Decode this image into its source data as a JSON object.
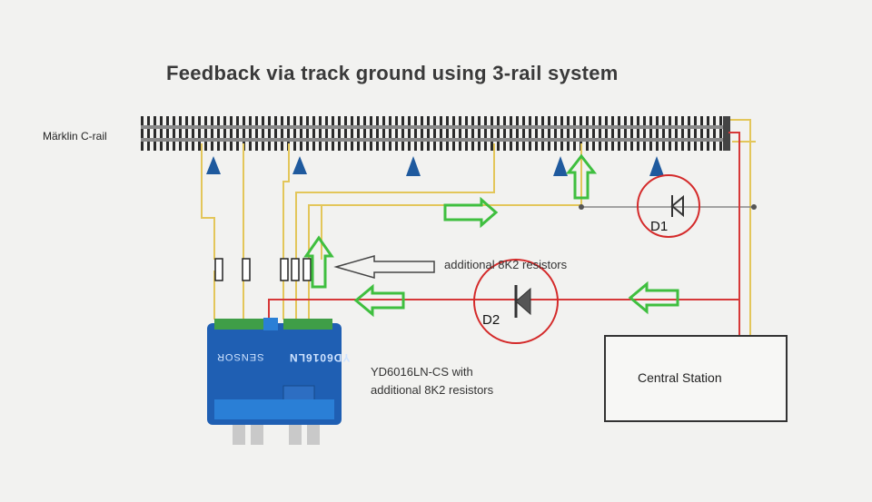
{
  "title": "Feedback via track ground using 3-rail system",
  "rail_label": "Märklin C-rail",
  "resistor_note": "additional 8K2 resistors",
  "module_caption": [
    "YD6016LN-CS with",
    "additional 8K2 resistors"
  ],
  "module_print": {
    "brand": "YD6016LN",
    "sensor": "SENSOR"
  },
  "central_station_label": "Central Station",
  "diodes": [
    {
      "label": "D1",
      "circle_color": "#d42a2a"
    },
    {
      "label": "D2",
      "circle_color": "#d42a2a"
    }
  ],
  "colors": {
    "ground_wire": "#e3c65a",
    "feedback_wire": "#d63838",
    "flow_arrow": "#3fbf3f",
    "module_body": "#1f5fb3",
    "track_sleeper": "#2b2b2b",
    "track_rail": "#8a8a8a",
    "track_marker": "#1f5a9e"
  },
  "icons": [
    "flow-arrow-icon",
    "outline-arrow-icon",
    "track-marker-icon",
    "diode-icon",
    "resistor-icon"
  ]
}
